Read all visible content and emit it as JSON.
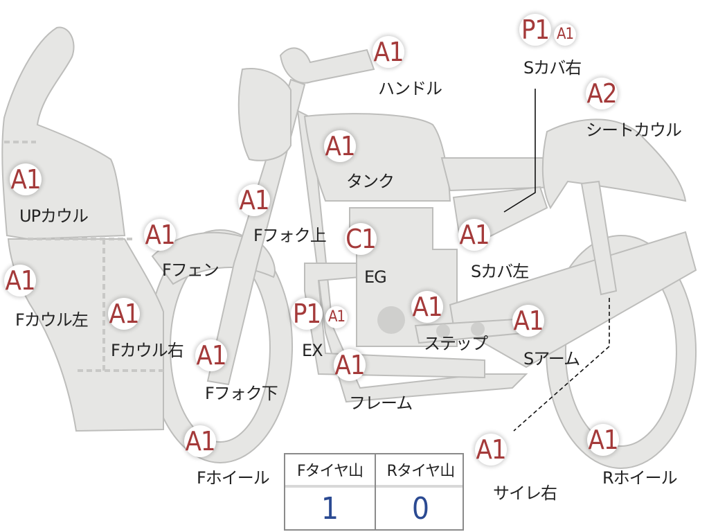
{
  "colors": {
    "part_fill": "#e6e6e4",
    "part_stroke": "#bdbdbb",
    "grade_text": "#a43a3a",
    "value_text": "#2b4a92"
  },
  "parts": [
    {
      "id": "upcowl",
      "label": "UPカウル",
      "grade": "A1"
    },
    {
      "id": "fcowl-left",
      "label": "Fカウル左",
      "grade": "A1"
    },
    {
      "id": "fcowl-right",
      "label": "Fカウル右",
      "grade": "A1"
    },
    {
      "id": "ffender",
      "label": "Fフェン",
      "grade": "A1"
    },
    {
      "id": "ffork-upper",
      "label": "Fフォク上",
      "grade": "A1"
    },
    {
      "id": "ffork-lower",
      "label": "Fフォク下",
      "grade": "A1"
    },
    {
      "id": "fwheel",
      "label": "Fホイール",
      "grade": "A1"
    },
    {
      "id": "handle",
      "label": "ハンドル",
      "grade": "A1"
    },
    {
      "id": "tank",
      "label": "タンク",
      "grade": "A1"
    },
    {
      "id": "engine",
      "label": "EG",
      "grade": "C1"
    },
    {
      "id": "exhaust",
      "label": "EX",
      "grade": "P1",
      "sub_grade": "A1"
    },
    {
      "id": "frame",
      "label": "フレーム",
      "grade": "A1"
    },
    {
      "id": "step",
      "label": "ステップ",
      "grade": "A1"
    },
    {
      "id": "side-cover-left",
      "label": "Sカバ左",
      "grade": "A1"
    },
    {
      "id": "side-cover-right",
      "label": "Sカバ右",
      "grade": "P1",
      "sub_grade": "A1"
    },
    {
      "id": "seat-cowl",
      "label": "シートカウル",
      "grade": "A2"
    },
    {
      "id": "swing-arm",
      "label": "Sアーム",
      "grade": "A1"
    },
    {
      "id": "silencer-right",
      "label": "サイレ右",
      "grade": "A1"
    },
    {
      "id": "rwheel",
      "label": "Rホイール",
      "grade": "A1"
    }
  ],
  "tire_table": {
    "headers": [
      "Fタイヤ山",
      "Rタイヤ山"
    ],
    "values": [
      "1",
      "0"
    ]
  }
}
